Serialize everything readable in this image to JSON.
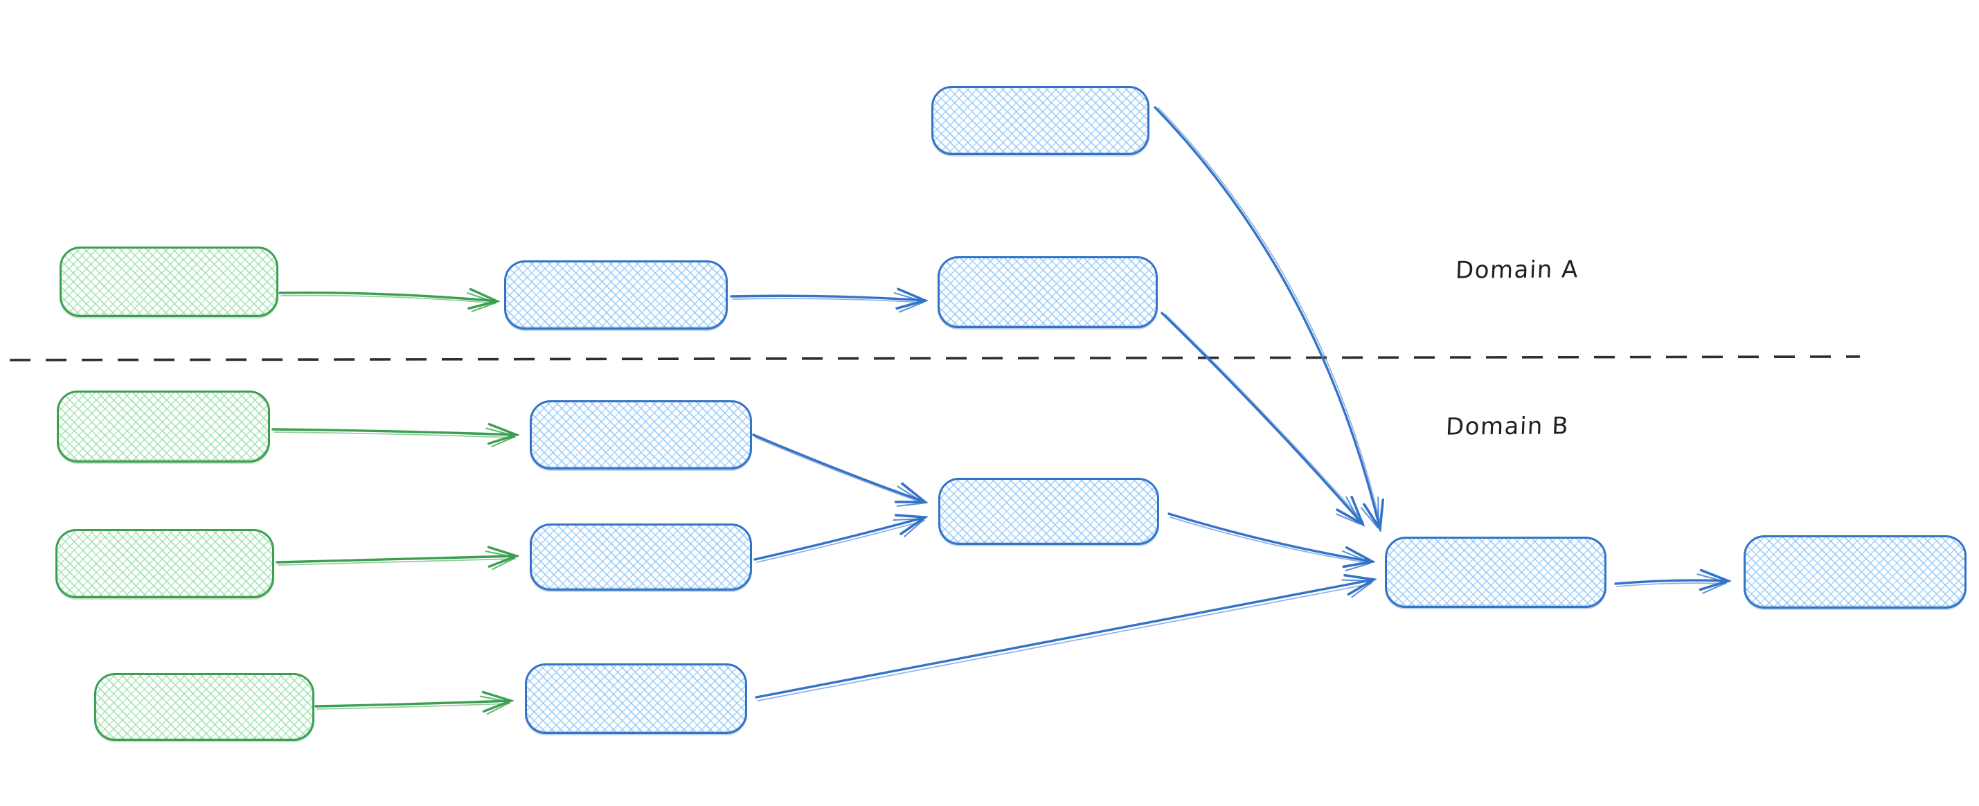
{
  "labels": {
    "domain_a": "Domain A",
    "domain_b": "Domain B"
  },
  "colors": {
    "background": "#ffffff",
    "blue_stroke": "#3273c8",
    "blue_fill": "#a5d8ff",
    "green_stroke": "#3aa050",
    "green_fill": "#b2f2bb",
    "divider": "#2e2e2e",
    "label_text": "#1f1f1f"
  },
  "diagram": {
    "style": "hand-drawn sketch, cross-hatch filled rounded rectangles, open V arrowheads",
    "domains": [
      {
        "id": "domain-a",
        "label": "Domain A"
      },
      {
        "id": "domain-b",
        "label": "Domain B"
      }
    ],
    "nodes": [
      {
        "id": "input-top",
        "color": "blue",
        "domain": "A",
        "text": ""
      },
      {
        "id": "source-a",
        "color": "green",
        "domain": "A",
        "text": ""
      },
      {
        "id": "stage-a-1",
        "color": "blue",
        "domain": "A",
        "text": ""
      },
      {
        "id": "stage-a-2",
        "color": "blue",
        "domain": "A",
        "text": ""
      },
      {
        "id": "source-b-1",
        "color": "green",
        "domain": "B",
        "text": ""
      },
      {
        "id": "stage-b-1",
        "color": "blue",
        "domain": "B",
        "text": ""
      },
      {
        "id": "source-b-2",
        "color": "green",
        "domain": "B",
        "text": ""
      },
      {
        "id": "stage-b-2",
        "color": "blue",
        "domain": "B",
        "text": ""
      },
      {
        "id": "aggregator-b",
        "color": "blue",
        "domain": "B",
        "text": ""
      },
      {
        "id": "source-b-3",
        "color": "green",
        "domain": "B",
        "text": ""
      },
      {
        "id": "stage-b-3",
        "color": "blue",
        "domain": "B",
        "text": ""
      },
      {
        "id": "merge",
        "color": "blue",
        "domain": "B",
        "text": ""
      },
      {
        "id": "output",
        "color": "blue",
        "domain": "B",
        "text": ""
      }
    ],
    "edges": [
      {
        "from": "source-a",
        "to": "stage-a-1",
        "color": "green"
      },
      {
        "from": "stage-a-1",
        "to": "stage-a-2",
        "color": "blue"
      },
      {
        "from": "input-top",
        "to": "merge",
        "color": "blue"
      },
      {
        "from": "stage-a-2",
        "to": "merge",
        "color": "blue"
      },
      {
        "from": "source-b-1",
        "to": "stage-b-1",
        "color": "green"
      },
      {
        "from": "source-b-2",
        "to": "stage-b-2",
        "color": "green"
      },
      {
        "from": "source-b-3",
        "to": "stage-b-3",
        "color": "green"
      },
      {
        "from": "stage-b-1",
        "to": "aggregator-b",
        "color": "blue"
      },
      {
        "from": "stage-b-2",
        "to": "aggregator-b",
        "color": "blue"
      },
      {
        "from": "aggregator-b",
        "to": "merge",
        "color": "blue"
      },
      {
        "from": "stage-b-3",
        "to": "merge",
        "color": "blue"
      },
      {
        "from": "merge",
        "to": "output",
        "color": "blue"
      }
    ]
  }
}
